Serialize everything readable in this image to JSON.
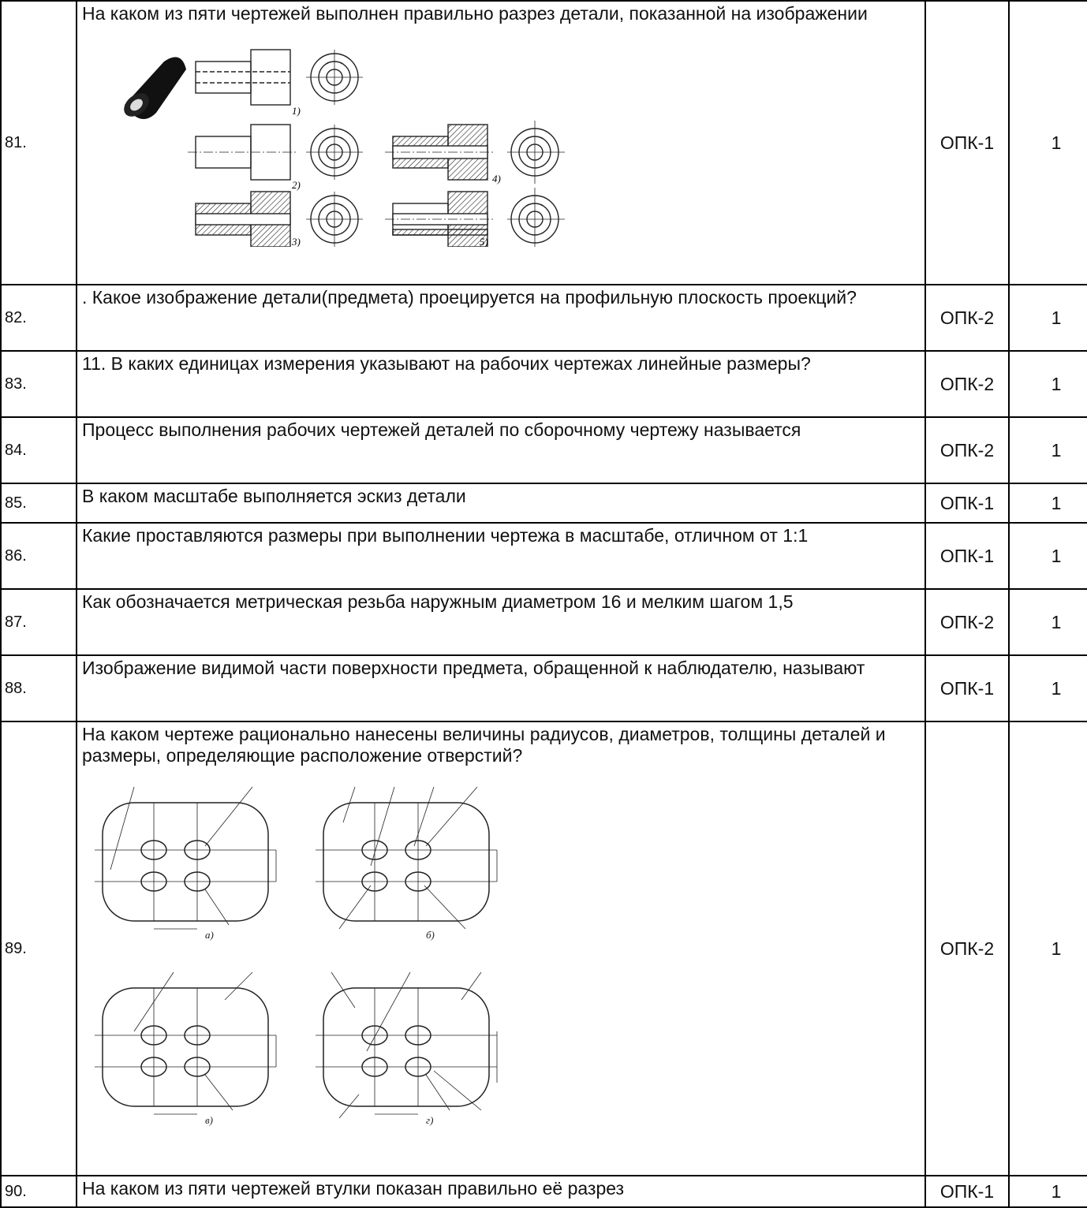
{
  "rows": [
    {
      "num": "81.",
      "text": "На каком из пяти чертежей выполнен правильно разрез детали, показанной на изображении",
      "code": "ОПК-1",
      "points": "1",
      "figure_labels": [
        "1)",
        "2)",
        "3)",
        "4)",
        "5)"
      ]
    },
    {
      "num": "82.",
      "text": ". Какое изображение детали(предмета) проецируется на профильную плоскость проекций?",
      "code": "ОПК-2",
      "points": "1"
    },
    {
      "num": "83.",
      "text": "11. В каких единицах измерения указывают на рабочих чертежах линейные размеры?",
      "code": "ОПК-2",
      "points": "1"
    },
    {
      "num": "84.",
      "text": "Процесс выполнения рабочих чертежей деталей по сборочному чертежу называется",
      "code": "ОПК-2",
      "points": "1"
    },
    {
      "num": "85.",
      "text": "В каком масштабе выполняется эскиз детали",
      "code": "ОПК-1",
      "points": "1"
    },
    {
      "num": "86.",
      "text": "Какие проставляются размеры при выполнении чертежа в масштабе, отличном от 1:1",
      "code": "ОПК-1",
      "points": "1"
    },
    {
      "num": "87.",
      "text": "Как обозначается метрическая резьба наружным диаметром 16 и мелким шагом 1,5",
      "code": "ОПК-2",
      "points": "1"
    },
    {
      "num": "88.",
      "text": "Изображение видимой части поверхности предмета, обращенной к наблюдателю, называют",
      "code": "ОПК-1",
      "points": "1"
    },
    {
      "num": "89.",
      "text": "На каком чертеже  рационально нанесены величины радиусов, диаметров, толщины деталей и размеры, определяющие расположение отверстий?",
      "code": "ОПК-2",
      "points": "1",
      "figure_labels": [
        "а)",
        "б)",
        "в)",
        "г)"
      ]
    },
    {
      "num": "90.",
      "text": "На каком из пяти чертежей втулки показан правильно её разрез",
      "code": "ОПК-1",
      "points": "1"
    }
  ]
}
